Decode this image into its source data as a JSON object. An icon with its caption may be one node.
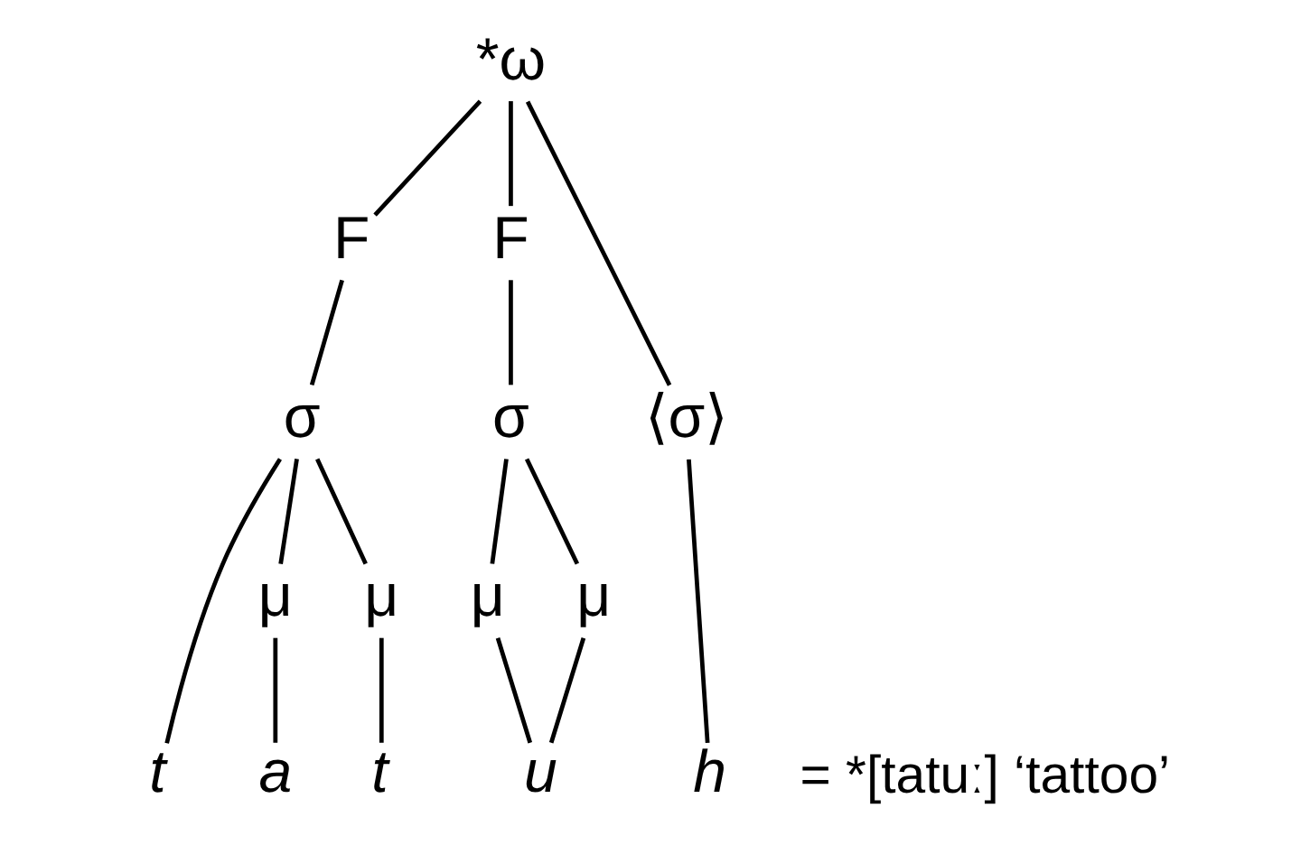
{
  "diagram": {
    "nodes": [
      {
        "text": [
          "*ω"
        ]
      },
      {
        "text": [
          "F"
        ]
      },
      {
        "text": [
          "F"
        ]
      },
      {
        "text": [
          "σ"
        ]
      },
      {
        "text": [
          "σ"
        ]
      },
      {
        "text": [
          "⟨σ⟩"
        ]
      },
      {
        "text": [
          "μ"
        ]
      },
      {
        "text": [
          "μ"
        ]
      },
      {
        "text": [
          "μ"
        ]
      },
      {
        "text": [
          "μ"
        ]
      },
      {
        "text": [
          "t"
        ]
      },
      {
        "text": [
          "a"
        ]
      },
      {
        "text": [
          "t"
        ]
      },
      {
        "text": [
          "u"
        ]
      },
      {
        "text": [
          "h"
        ]
      }
    ],
    "edges": [
      {
        "from": 0,
        "to": 1,
        "arrow": "none"
      },
      {
        "from": 0,
        "to": 2,
        "arrow": "none"
      },
      {
        "from": 0,
        "to": 5,
        "arrow": "none"
      },
      {
        "from": 1,
        "to": 3,
        "arrow": "none"
      },
      {
        "from": 2,
        "to": 4,
        "arrow": "none"
      },
      {
        "from": 3,
        "to": 10,
        "arrow": "none"
      },
      {
        "from": 3,
        "to": 6,
        "arrow": "none"
      },
      {
        "from": 3,
        "to": 7,
        "arrow": "none"
      },
      {
        "from": 6,
        "to": 11,
        "arrow": "none"
      },
      {
        "from": 7,
        "to": 12,
        "arrow": "none"
      },
      {
        "from": 4,
        "to": 8,
        "arrow": "none"
      },
      {
        "from": 4,
        "to": 9,
        "arrow": "none"
      },
      {
        "from": 8,
        "to": 13,
        "arrow": "none"
      },
      {
        "from": 9,
        "to": 13,
        "arrow": "none"
      },
      {
        "from": 5,
        "to": 14,
        "arrow": "none"
      }
    ],
    "labels": [
      "= *[tatuː] ‘tattoo’"
    ]
  }
}
